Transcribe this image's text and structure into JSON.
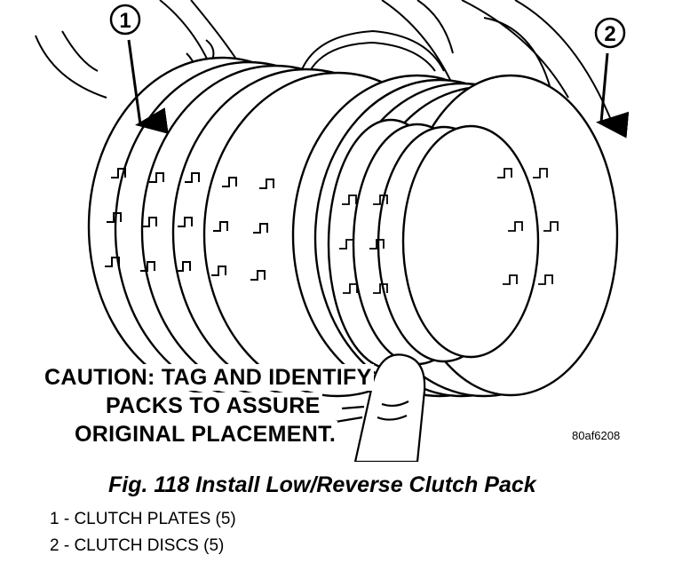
{
  "callouts": {
    "one": "1",
    "two": "2"
  },
  "caution": {
    "line1": "CAUTION: TAG AND IDENTIFY",
    "line2": "PACKS TO ASSURE",
    "line3": "ORIGINAL PLACEMENT."
  },
  "reference_code": "80af6208",
  "figure_caption": "Fig. 118 Install Low/Reverse Clutch Pack",
  "legend": {
    "item1": "1 - CLUTCH PLATES (5)",
    "item2": "2 - CLUTCH DISCS (5)"
  }
}
